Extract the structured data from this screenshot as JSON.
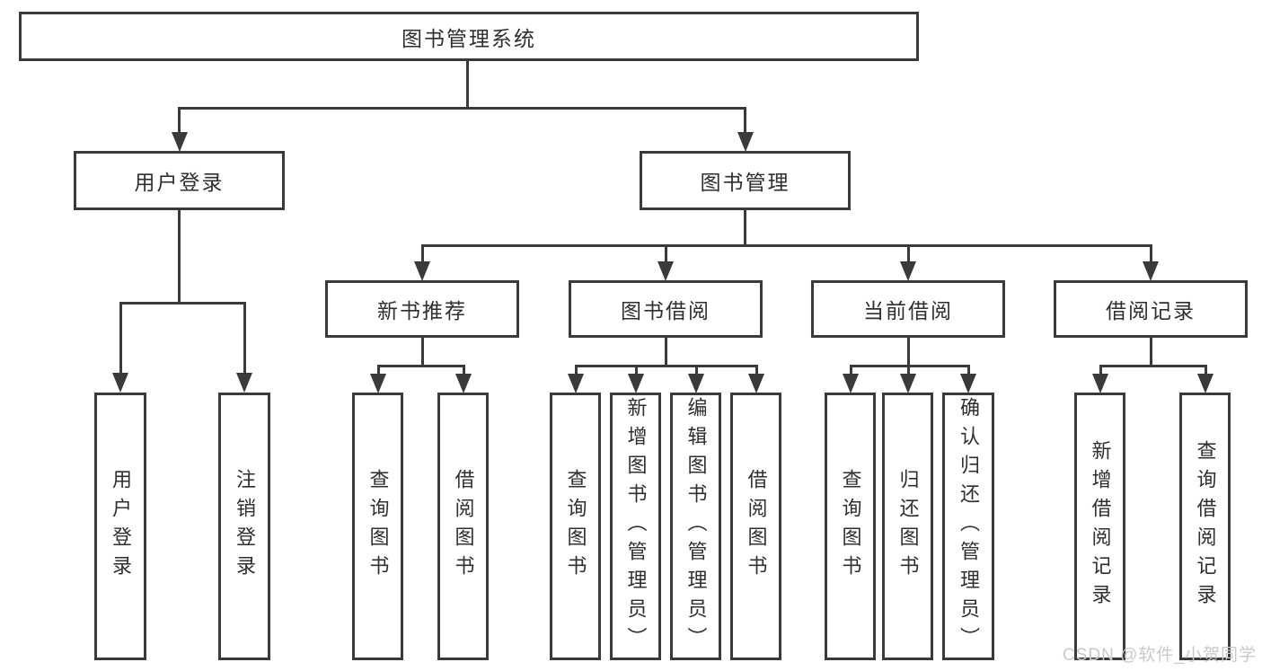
{
  "diagram": {
    "type": "hierarchy-tree",
    "title": "图书管理系统",
    "level2": {
      "user_login": "用户登录",
      "book_management": "图书管理"
    },
    "level3": {
      "new_book_recommend": "新书推荐",
      "book_borrowing": "图书借阅",
      "current_borrowing": "当前借阅",
      "borrowing_records": "借阅记录"
    },
    "leaves": {
      "user_login": "用户登录",
      "logout": "注销登录",
      "nbr_query_books": "查询图书",
      "nbr_borrow_books": "借阅图书",
      "bb_query_books": "查询图书",
      "bb_add_books_admin": "新增图书（管理员）",
      "bb_edit_books_admin": "编辑图书（管理员）",
      "bb_borrow_books": "借阅图书",
      "cb_query_books": "查询图书",
      "cb_return_books": "归还图书",
      "cb_confirm_return_admin": "确认归还（管理员）",
      "br_add_record": "新增借阅记录",
      "br_query_record": "查询借阅记录"
    }
  },
  "watermark": "CSDN @软件_小贺同学",
  "colors": {
    "line": "#3a3a3a",
    "text": "#2f2f2f",
    "watermark": "#c9c9c9",
    "background": "#ffffff"
  }
}
